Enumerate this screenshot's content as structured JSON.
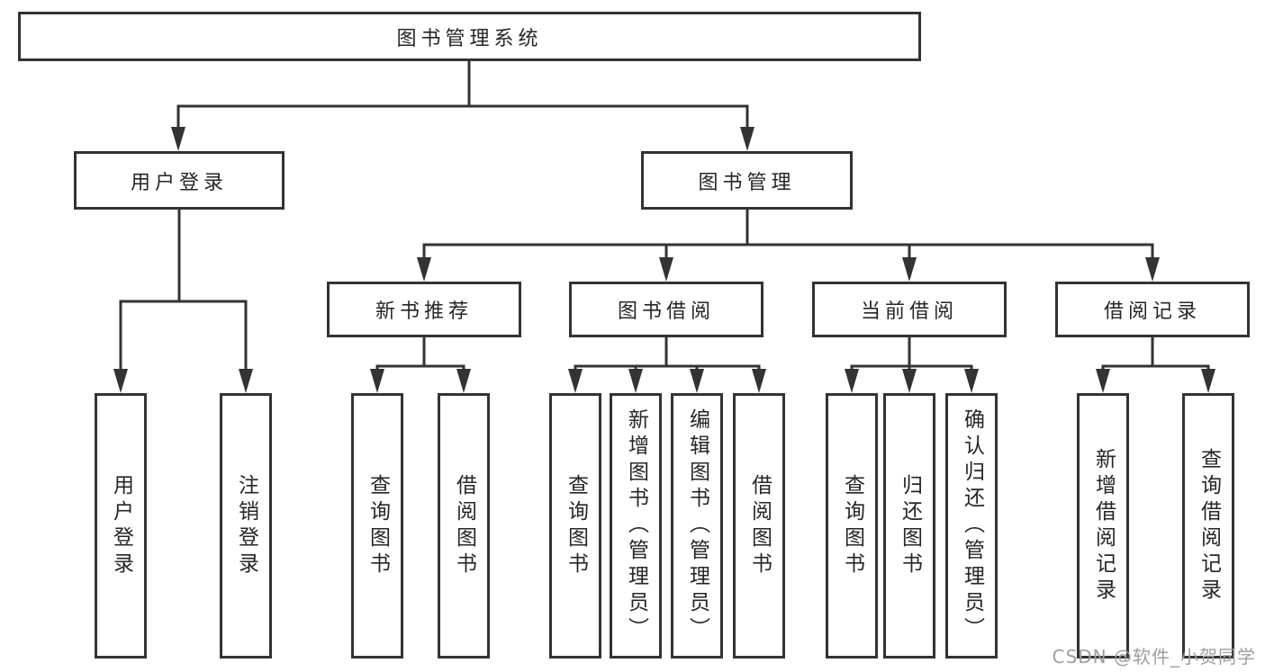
{
  "diagram": {
    "title": "图书管理系统",
    "level2": {
      "user_login": "用户登录",
      "book_manage": "图书管理"
    },
    "level3": {
      "new_book": "新书推荐",
      "book_borrow": "图书借阅",
      "current_borrow": "当前借阅",
      "borrow_record": "借阅记录"
    },
    "leaves": {
      "user_login": [
        "用户登录",
        "注销登录"
      ],
      "new_book": [
        "查询图书",
        "借阅图书"
      ],
      "book_borrow": [
        "查询图书",
        "新增图书（管理员）",
        "编辑图书（管理员）",
        "借阅图书"
      ],
      "current_borrow": [
        "查询图书",
        "归还图书",
        "确认归还（管理员）"
      ],
      "borrow_record": [
        "新增借阅记录",
        "查询借阅记录"
      ]
    },
    "watermark": "CSDN @软件_小贺同学",
    "colors": {
      "line": "#333333",
      "text": "#262626",
      "watermark": "#9e9e9e",
      "background": "#ffffff"
    }
  }
}
